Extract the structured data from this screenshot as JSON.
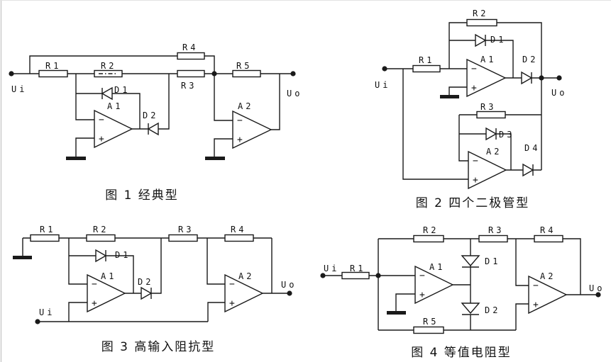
{
  "page": {
    "background": "#ffffff",
    "line_color": "#1a1a1a",
    "description": "Four precision rectifier op-amp circuit schematics"
  },
  "symbols": {
    "minus": "−",
    "plus": "+"
  },
  "figures": [
    {
      "caption": "图 1 经典型",
      "figure_number": "图 1",
      "type_name": "经典型",
      "labels": {
        "ui": "Ui",
        "uo": "Uo",
        "r1": "R1",
        "r2": "R2",
        "r3": "R3",
        "r4": "R4",
        "r5": "R5",
        "d1": "D1",
        "d2": "D2",
        "a1": "A1",
        "a2": "A2"
      }
    },
    {
      "caption": "图 2 四个二极管型",
      "figure_number": "图 2",
      "type_name": "四个二极管型",
      "labels": {
        "ui": "Ui",
        "uo": "Uo",
        "r1": "R1",
        "r2": "R2",
        "r3": "R3",
        "d1": "D1",
        "d2": "D2",
        "d3": "D3",
        "d4": "D4",
        "a1": "A1",
        "a2": "A2"
      }
    },
    {
      "caption": "图 3 高输入阻抗型",
      "figure_number": "图 3",
      "type_name": "高输入阻抗型",
      "labels": {
        "ui": "Ui",
        "uo": "Uo",
        "r1": "R1",
        "r2": "R2",
        "r3": "R3",
        "r4": "R4",
        "d1": "D1",
        "d2": "D2",
        "a1": "A1",
        "a2": "A2"
      }
    },
    {
      "caption": "图 4 等值电阻型",
      "figure_number": "图 4",
      "type_name": "等值电阻型",
      "labels": {
        "ui": "Ui",
        "uo": "Uo",
        "r1": "R1",
        "r2": "R2",
        "r3": "R3",
        "r4": "R4",
        "r5": "R5",
        "d1": "D1",
        "d2": "D2",
        "a1": "A1",
        "a2": "A2"
      }
    }
  ]
}
